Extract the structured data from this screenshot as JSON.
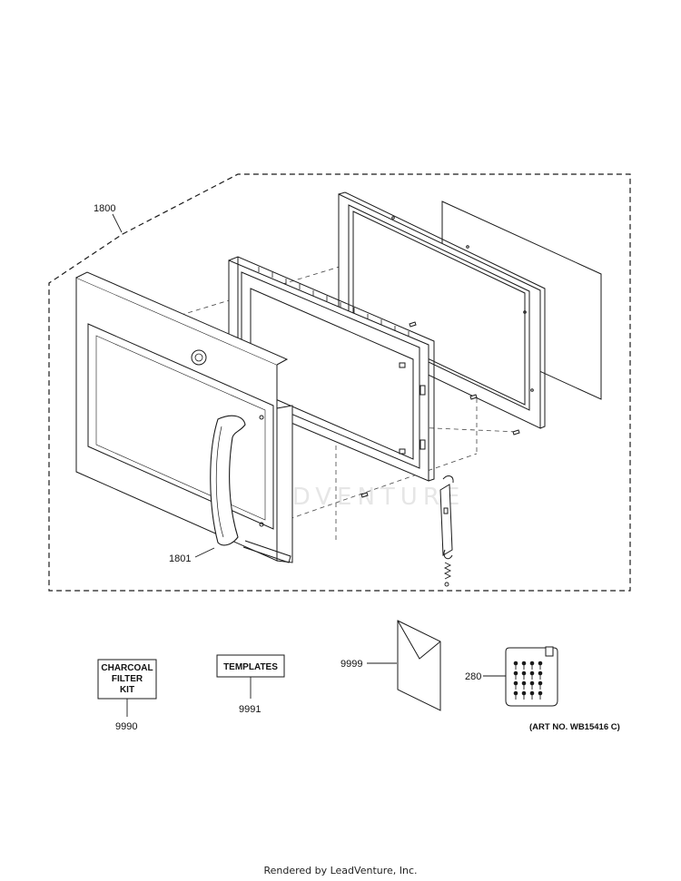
{
  "diagram": {
    "callouts": {
      "assembly": "1800",
      "handle": "1801",
      "charcoal": "9990",
      "templates": "9991",
      "literature": "9999",
      "hardware": "280"
    },
    "boxes": {
      "charcoal_line1": "CHARCOAL",
      "charcoal_line2": "FILTER",
      "charcoal_line3": "KIT",
      "templates": "TEMPLATES"
    },
    "art_number": "(ART NO. WB15416 C)",
    "watermark": "LEADVENTURE",
    "footer": "Rendered by LeadVenture, Inc."
  },
  "colors": {
    "line": "#1a1a1a",
    "watermark": "#e6e6e6"
  },
  "icons": [
    "door-panel",
    "handle",
    "choke-frame",
    "inner-frame",
    "window-glass",
    "screw",
    "latch-hook",
    "spring",
    "envelope",
    "hardware-bag"
  ]
}
